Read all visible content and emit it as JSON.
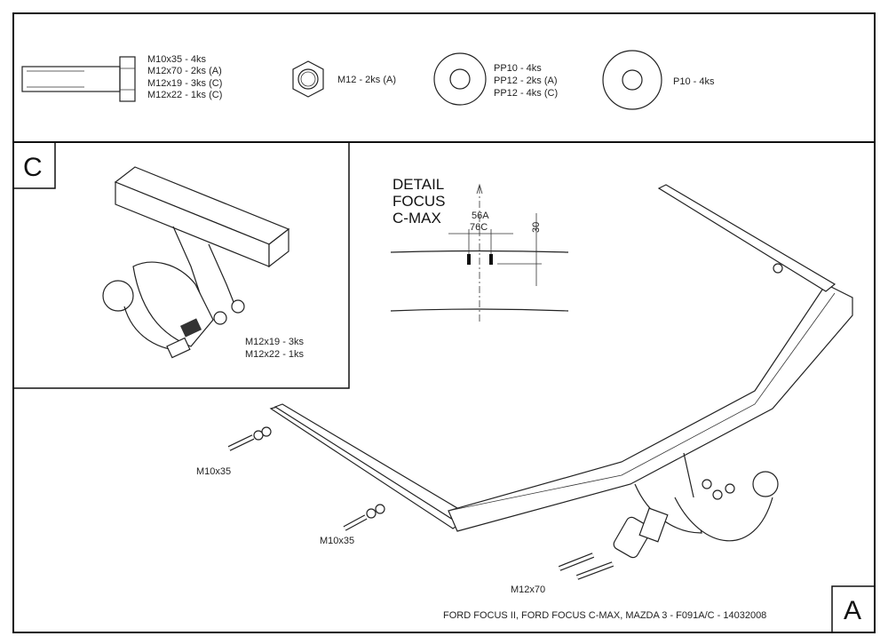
{
  "parts": {
    "bolt": [
      "M10x35 - 4ks",
      "M12x70 - 2ks (A)",
      "M12x19 - 3ks (C)",
      "M12x22 - 1ks (C)"
    ],
    "nut": [
      "M12 - 2ks (A)"
    ],
    "spring_washer": [
      "PP10 - 4ks",
      "PP12 - 2ks (A)",
      "PP12 - 4ks (C)"
    ],
    "flat_washer": [
      "P10 - 4ks"
    ]
  },
  "detail_c": {
    "label": "C",
    "callouts": [
      "M12x19 - 3ks",
      "M12x22 - 1ks"
    ]
  },
  "detail_focus": {
    "title": [
      "DETAIL",
      "FOCUS",
      "C-MAX"
    ],
    "dim_width": [
      "56A",
      "76C"
    ],
    "dim_height": "30"
  },
  "assembly": {
    "label": "A",
    "callouts": [
      "M10x35",
      "M10x35",
      "M12x70"
    ]
  },
  "footer": "FORD FOCUS II, FORD FOCUS C-MAX, MAZDA 3 - F091A/C - 14032008"
}
